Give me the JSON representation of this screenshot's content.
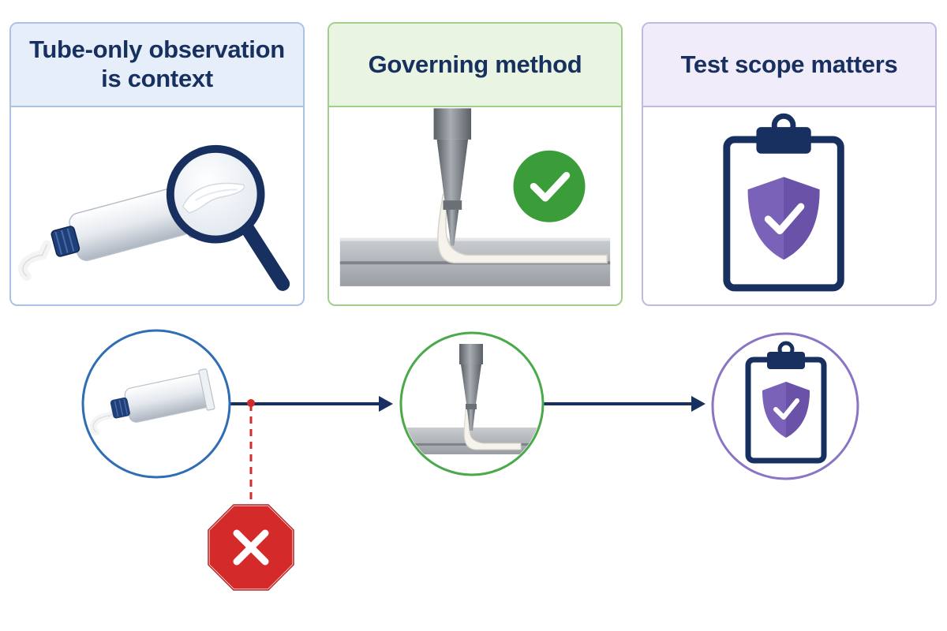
{
  "panels": [
    {
      "title": "Tube-only observation is context",
      "accent": "#a9c2e6",
      "header_bg": "#e6eef9"
    },
    {
      "title": "Governing method",
      "accent": "#9ed08b",
      "header_bg": "#e9f5e2"
    },
    {
      "title": "Test scope matters",
      "accent": "#c4b7e0",
      "header_bg": "#f1ecfa"
    }
  ],
  "icons": {
    "panel_1": [
      "sealant-tube-icon",
      "magnifying-glass-icon"
    ],
    "panel_2": [
      "dispensing-nozzle-icon",
      "applied-bead-icon",
      "check-circle-icon"
    ],
    "panel_3": [
      "clipboard-icon",
      "shield-check-icon"
    ],
    "flow": [
      "tube-circle-icon",
      "nozzle-circle-icon",
      "clipboard-circle-icon",
      "reject-stop-icon"
    ]
  },
  "colors": {
    "navy": "#17305f",
    "check_green": "#3a9d3a",
    "shield_purple": "#7a62b8",
    "reject_red": "#d42a2a",
    "circle_blue": "#2f6db5",
    "circle_green": "#4aa94a",
    "circle_purple": "#8a74c4"
  }
}
